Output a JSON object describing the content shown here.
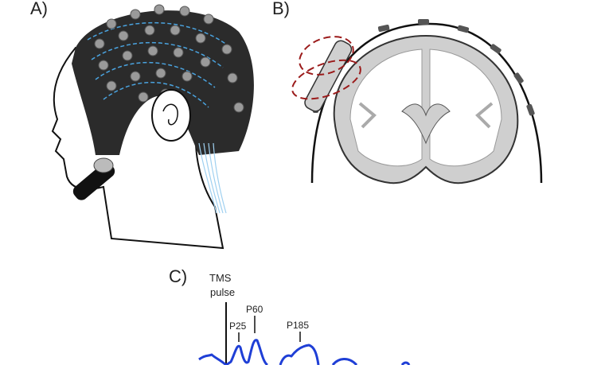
{
  "panels": {
    "a": {
      "label": "A)"
    },
    "b": {
      "label": "B)"
    },
    "c": {
      "label": "C)",
      "pulse_label_line1": "TMS",
      "pulse_label_line2": "pulse",
      "peaks": [
        "P25",
        "P60",
        "P185"
      ]
    }
  },
  "colors": {
    "cap": "#2b2b2b",
    "electrode": "#9a9a9a",
    "wire": "#4aa3df",
    "coil_field": "#9b1b1b",
    "grey_matter": "#cfcfcf",
    "waveform": "#1f3fd6"
  }
}
